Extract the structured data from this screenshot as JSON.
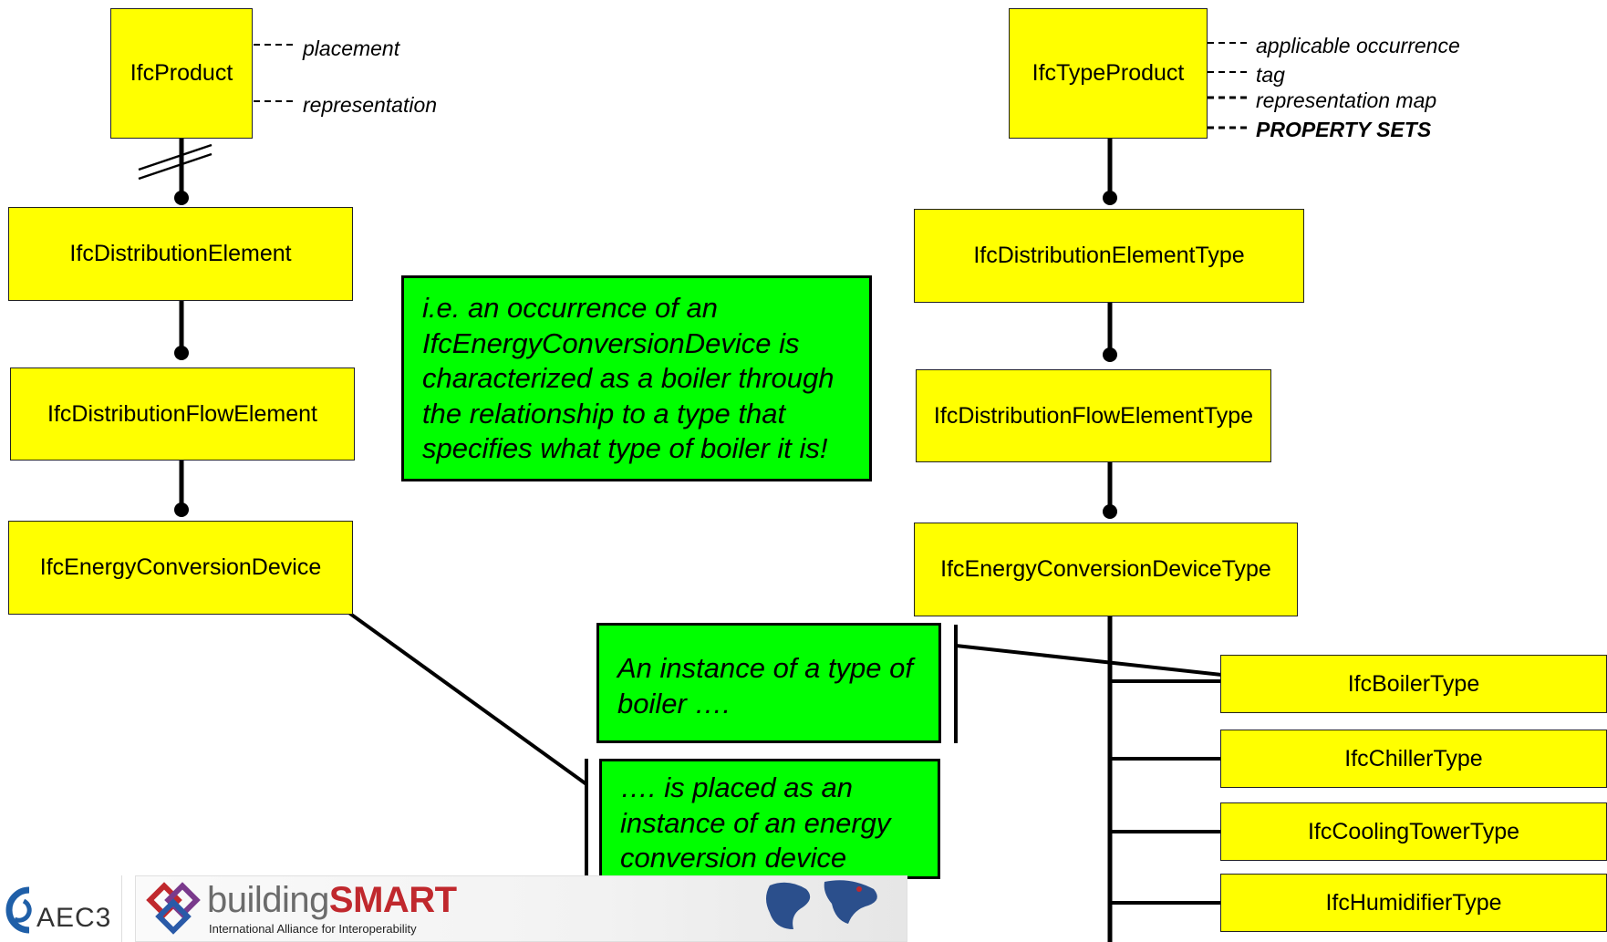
{
  "product_tree": {
    "root": "IfcProduct",
    "root_attributes": [
      "placement",
      "representation"
    ],
    "chain": [
      "IfcDistributionElement",
      "IfcDistributionFlowElement",
      "IfcEnergyConversionDevice"
    ]
  },
  "type_tree": {
    "root": "IfcTypeProduct",
    "root_attributes": [
      "applicable occurrence",
      "tag",
      "representation map",
      "PROPERTY SETS"
    ],
    "chain": [
      "IfcDistributionElementType",
      "IfcDistributionFlowElementType",
      "IfcEnergyConversionDeviceType"
    ],
    "subtypes": [
      "IfcBoilerType",
      "IfcChillerType",
      "IfcCoolingTowerType",
      "IfcHumidifierType"
    ]
  },
  "notes": {
    "occurrence": [
      "i.e. an occurrence of an",
      "IfcEnergyConversionDevice is",
      "characterized as a boiler through",
      "the relationship to a type that",
      "specifies what type of boiler it is!"
    ],
    "instance_of_type": [
      "An instance of a type of",
      "boiler …."
    ],
    "placed_as": [
      "…. is placed as an",
      "instance of an energy",
      "conversion device"
    ]
  },
  "footer": {
    "aec3": "AEC3",
    "bs_prefix": "building",
    "bs_brand": "SMART",
    "bs_tagline": "International Alliance for Interoperability"
  },
  "colors": {
    "entity_fill": "#ffff00",
    "note_fill": "#00ff00",
    "brand_red": "#c0282d"
  }
}
